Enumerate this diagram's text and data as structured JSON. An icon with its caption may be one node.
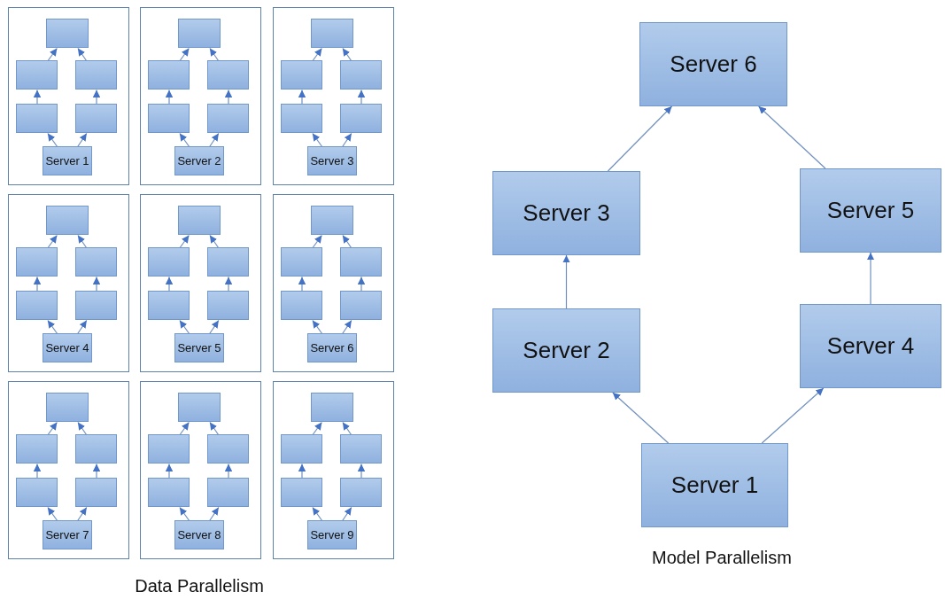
{
  "diagram": {
    "nodes": [
      {
        "text": [],
        "shape": "box"
      },
      {
        "text": [],
        "shape": "box",
        "in": 0
      },
      {
        "text": [],
        "shape": "box",
        "in": 0
      },
      {
        "text": [],
        "shape": "box",
        "in": 0
      },
      {
        "text": [],
        "shape": "box",
        "in": 0
      },
      {
        "text": [],
        "shape": "box",
        "in": 0
      },
      {
        "text": [
          "Server 1"
        ],
        "in": 0
      },
      {
        "text": [],
        "shape": "box"
      },
      {
        "text": [],
        "shape": "box",
        "in": 7
      },
      {
        "text": [],
        "shape": "box",
        "in": 7
      },
      {
        "text": [],
        "shape": "box",
        "in": 7
      },
      {
        "text": [],
        "shape": "box",
        "in": 7
      },
      {
        "text": [],
        "shape": "box",
        "in": 7
      },
      {
        "text": [
          "Server 2"
        ],
        "in": 7
      },
      {
        "text": [],
        "shape": "box"
      },
      {
        "text": [],
        "shape": "box",
        "in": 14
      },
      {
        "text": [],
        "shape": "box",
        "in": 14
      },
      {
        "text": [],
        "shape": "box",
        "in": 14
      },
      {
        "text": [],
        "shape": "box",
        "in": 14
      },
      {
        "text": [],
        "shape": "box",
        "in": 14
      },
      {
        "text": [
          "Server 3"
        ],
        "in": 14
      },
      {
        "text": [],
        "shape": "box"
      },
      {
        "text": [],
        "shape": "box",
        "in": 21
      },
      {
        "text": [],
        "shape": "box",
        "in": 21
      },
      {
        "text": [],
        "shape": "box",
        "in": 21
      },
      {
        "text": [],
        "shape": "box",
        "in": 21
      },
      {
        "text": [],
        "shape": "box",
        "in": 21
      },
      {
        "text": [
          "Server 4"
        ],
        "in": 21
      },
      {
        "text": [],
        "shape": "box"
      },
      {
        "text": [],
        "shape": "box",
        "in": 28
      },
      {
        "text": [],
        "shape": "box",
        "in": 28
      },
      {
        "text": [],
        "shape": "box",
        "in": 28
      },
      {
        "text": [],
        "shape": "box",
        "in": 28
      },
      {
        "text": [],
        "shape": "box",
        "in": 28
      },
      {
        "text": [
          "Server 5"
        ],
        "in": 28
      },
      {
        "text": [],
        "shape": "box"
      },
      {
        "text": [],
        "shape": "box",
        "in": 35
      },
      {
        "text": [],
        "shape": "box",
        "in": 35
      },
      {
        "text": [],
        "shape": "box",
        "in": 35
      },
      {
        "text": [],
        "shape": "box",
        "in": 35
      },
      {
        "text": [],
        "shape": "box",
        "in": 35
      },
      {
        "text": [
          "Server 6"
        ],
        "in": 35
      },
      {
        "text": [],
        "shape": "box"
      },
      {
        "text": [],
        "shape": "box",
        "in": 42
      },
      {
        "text": [],
        "shape": "box",
        "in": 42
      },
      {
        "text": [],
        "shape": "box",
        "in": 42
      },
      {
        "text": [],
        "shape": "box",
        "in": 42
      },
      {
        "text": [],
        "shape": "box",
        "in": 42
      },
      {
        "text": [
          "Server 7"
        ],
        "in": 42
      },
      {
        "text": [],
        "shape": "box"
      },
      {
        "text": [],
        "shape": "box",
        "in": 49
      },
      {
        "text": [],
        "shape": "box",
        "in": 49
      },
      {
        "text": [],
        "shape": "box",
        "in": 49
      },
      {
        "text": [],
        "shape": "box",
        "in": 49
      },
      {
        "text": [],
        "shape": "box",
        "in": 49
      },
      {
        "text": [
          "Server 8"
        ],
        "in": 49
      },
      {
        "text": [],
        "shape": "box"
      },
      {
        "text": [],
        "shape": "box",
        "in": 56
      },
      {
        "text": [],
        "shape": "box",
        "in": 56
      },
      {
        "text": [],
        "shape": "box",
        "in": 56
      },
      {
        "text": [],
        "shape": "box",
        "in": 56
      },
      {
        "text": [],
        "shape": "box",
        "in": 56
      },
      {
        "text": [
          "Server 9"
        ],
        "in": 56
      },
      {
        "text": [
          "Server 6"
        ]
      },
      {
        "text": [
          "Server 3"
        ]
      },
      {
        "text": [
          "Server 5"
        ]
      },
      {
        "text": [
          "Server 2"
        ]
      },
      {
        "text": [
          "Server 4"
        ]
      },
      {
        "text": [
          "Server 1"
        ]
      }
    ],
    "edges": [
      {
        "from": 6,
        "to": 4,
        "arrow": "to"
      },
      {
        "from": 6,
        "to": 5,
        "arrow": "to"
      },
      {
        "from": 4,
        "to": 2,
        "arrow": "to"
      },
      {
        "from": 5,
        "to": 3,
        "arrow": "to"
      },
      {
        "from": 2,
        "to": 1,
        "arrow": "to"
      },
      {
        "from": 3,
        "to": 1,
        "arrow": "to"
      },
      {
        "from": 13,
        "to": 11,
        "arrow": "to"
      },
      {
        "from": 13,
        "to": 12,
        "arrow": "to"
      },
      {
        "from": 11,
        "to": 9,
        "arrow": "to"
      },
      {
        "from": 12,
        "to": 10,
        "arrow": "to"
      },
      {
        "from": 9,
        "to": 8,
        "arrow": "to"
      },
      {
        "from": 10,
        "to": 8,
        "arrow": "to"
      },
      {
        "from": 20,
        "to": 18,
        "arrow": "to"
      },
      {
        "from": 20,
        "to": 19,
        "arrow": "to"
      },
      {
        "from": 18,
        "to": 16,
        "arrow": "to"
      },
      {
        "from": 19,
        "to": 17,
        "arrow": "to"
      },
      {
        "from": 16,
        "to": 15,
        "arrow": "to"
      },
      {
        "from": 17,
        "to": 15,
        "arrow": "to"
      },
      {
        "from": 27,
        "to": 25,
        "arrow": "to"
      },
      {
        "from": 27,
        "to": 26,
        "arrow": "to"
      },
      {
        "from": 25,
        "to": 23,
        "arrow": "to"
      },
      {
        "from": 26,
        "to": 24,
        "arrow": "to"
      },
      {
        "from": 23,
        "to": 22,
        "arrow": "to"
      },
      {
        "from": 24,
        "to": 22,
        "arrow": "to"
      },
      {
        "from": 34,
        "to": 32,
        "arrow": "to"
      },
      {
        "from": 34,
        "to": 33,
        "arrow": "to"
      },
      {
        "from": 32,
        "to": 30,
        "arrow": "to"
      },
      {
        "from": 33,
        "to": 31,
        "arrow": "to"
      },
      {
        "from": 30,
        "to": 29,
        "arrow": "to"
      },
      {
        "from": 31,
        "to": 29,
        "arrow": "to"
      },
      {
        "from": 41,
        "to": 39,
        "arrow": "to"
      },
      {
        "from": 41,
        "to": 40,
        "arrow": "to"
      },
      {
        "from": 39,
        "to": 37,
        "arrow": "to"
      },
      {
        "from": 40,
        "to": 38,
        "arrow": "to"
      },
      {
        "from": 37,
        "to": 36,
        "arrow": "to"
      },
      {
        "from": 38,
        "to": 36,
        "arrow": "to"
      },
      {
        "from": 48,
        "to": 46,
        "arrow": "to"
      },
      {
        "from": 48,
        "to": 47,
        "arrow": "to"
      },
      {
        "from": 46,
        "to": 44,
        "arrow": "to"
      },
      {
        "from": 47,
        "to": 45,
        "arrow": "to"
      },
      {
        "from": 44,
        "to": 43,
        "arrow": "to"
      },
      {
        "from": 45,
        "to": 43,
        "arrow": "to"
      },
      {
        "from": 55,
        "to": 53,
        "arrow": "to"
      },
      {
        "from": 55,
        "to": 54,
        "arrow": "to"
      },
      {
        "from": 53,
        "to": 51,
        "arrow": "to"
      },
      {
        "from": 54,
        "to": 52,
        "arrow": "to"
      },
      {
        "from": 51,
        "to": 50,
        "arrow": "to"
      },
      {
        "from": 52,
        "to": 50,
        "arrow": "to"
      },
      {
        "from": 62,
        "to": 60,
        "arrow": "to"
      },
      {
        "from": 62,
        "to": 61,
        "arrow": "to"
      },
      {
        "from": 60,
        "to": 58,
        "arrow": "to"
      },
      {
        "from": 61,
        "to": 59,
        "arrow": "to"
      },
      {
        "from": 58,
        "to": 57,
        "arrow": "to"
      },
      {
        "from": 59,
        "to": 57,
        "arrow": "to"
      },
      {
        "from": 68,
        "to": 66,
        "arrow": "to"
      },
      {
        "from": 68,
        "to": 67,
        "arrow": "to"
      },
      {
        "from": 66,
        "to": 64,
        "arrow": "to"
      },
      {
        "from": 67,
        "to": 65,
        "arrow": "to"
      },
      {
        "from": 64,
        "to": 63,
        "arrow": "to"
      },
      {
        "from": 65,
        "to": 63,
        "arrow": "to"
      }
    ],
    "labels": [
      "Model Parallelism",
      "Data Parallelism"
    ]
  }
}
